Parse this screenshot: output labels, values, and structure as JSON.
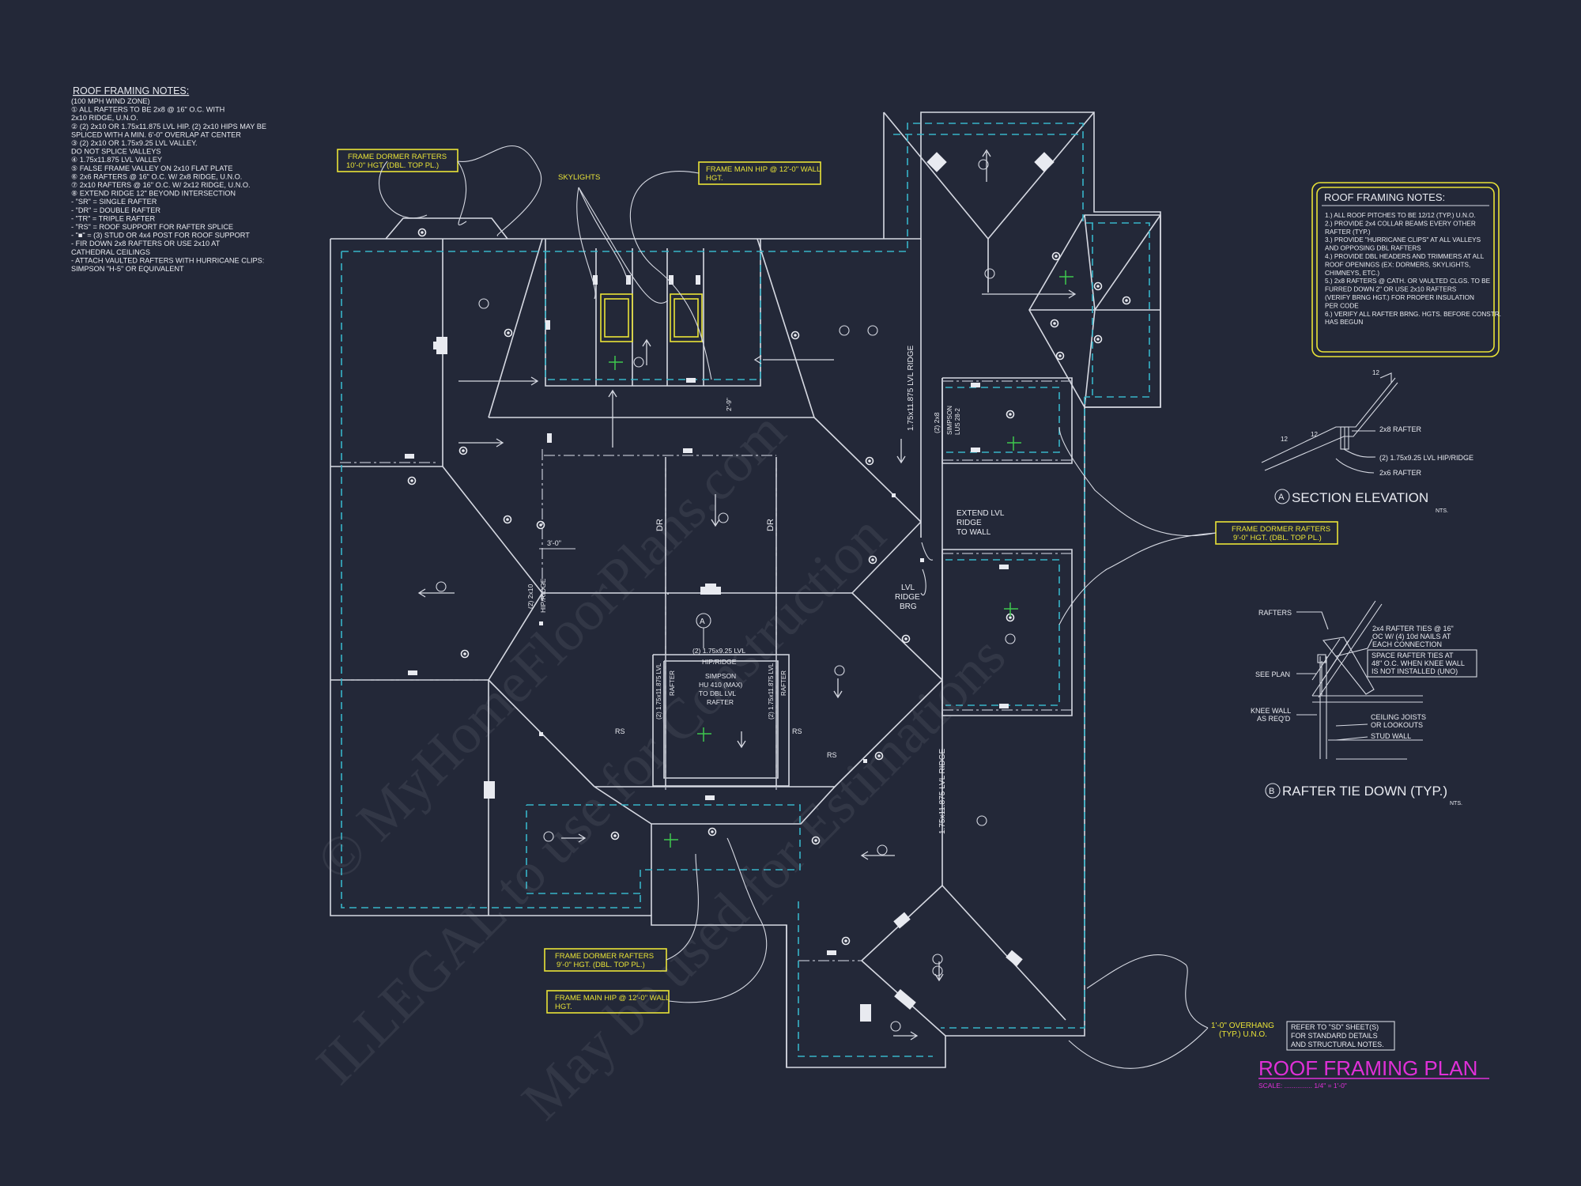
{
  "colors": {
    "background": "#232838",
    "linework": "#d6d9e2",
    "dashed_cyan": "#37b4c8",
    "callout_yellow": "#e9e337",
    "title_magenta": "#e030d8"
  },
  "notes_left": {
    "title": "ROOF FRAMING NOTES:",
    "lines": [
      "(100 MPH WIND ZONE)",
      "① ALL RAFTERS TO BE 2x8 @ 16\" O.C. WITH",
      "    2x10 RIDGE, U.N.O.",
      "② (2) 2x10 OR 1.75x11.875 LVL HIP. (2) 2x10 HIPS MAY BE",
      "    SPLICED WITH A MIN. 6'-0\" OVERLAP AT CENTER",
      "③ (2) 2x10 OR 1.75x9.25 LVL VALLEY.",
      "    DO NOT SPLICE VALLEYS",
      "④ 1.75x11.875 LVL VALLEY",
      "⑤ FALSE FRAME VALLEY ON 2x10 FLAT PLATE",
      "⑥ 2x6 RAFTERS @ 16\" O.C. W/ 2x8 RIDGE, U.N.O.",
      "⑦ 2x10 RAFTERS @ 16\" O.C. W/ 2x12 RIDGE, U.N.O.",
      "⑧ EXTEND RIDGE 12\" BEYOND INTERSECTION",
      "-  \"SR\" = SINGLE RAFTER",
      "-  \"DR\" = DOUBLE RAFTER",
      "-  \"TR\" = TRIPLE RAFTER",
      "-  \"RS\" = ROOF SUPPORT FOR RAFTER SPLICE",
      "-  \"■\" = (3) STUD OR 4x4 POST FOR ROOF SUPPORT",
      "-  FIR DOWN 2x8 RAFTERS OR USE 2x10 AT",
      "    CATHEDRAL CEILINGS",
      "-  ATTACH VAULTED RAFTERS WITH HURRICANE CLIPS:",
      "    SIMPSON \"H-5\" OR EQUIVALENT"
    ]
  },
  "notes_right": {
    "title": "ROOF FRAMING NOTES:",
    "lines": [
      "1.) ALL ROOF PITCHES TO BE 12/12 (TYP.) U.N.O.",
      "2.) PROVIDE 2x4 COLLAR BEAMS EVERY OTHER",
      "     RAFTER (TYP.)",
      "3.) PROVIDE \"HURRICANE CLIPS\" AT ALL VALLEYS",
      "     AND OPPOSING DBL RAFTERS",
      "4.) PROVIDE DBL HEADERS AND TRIMMERS AT ALL",
      "     ROOF OPENINGS (EX: DORMERS, SKYLIGHTS,",
      "     CHIMNEYS, ETC.)",
      "5.) 2x8 RAFTERS @ CATH. OR VAULTED CLGS. TO BE",
      "     FURRED DOWN 2\" OR USE 2x10 RAFTERS",
      "     (VERIFY BRNG HGT.) FOR PROPER INSULATION",
      "     PER CODE",
      "6.) VERIFY ALL RAFTER BRNG. HGTS. BEFORE CONSTR.",
      "     HAS BEGUN"
    ]
  },
  "callouts": {
    "dormer_top": [
      "FRAME DORMER RAFTERS",
      "10'-0\" HGT. (DBL. TOP PL.)"
    ],
    "skylights": "SKYLIGHTS",
    "main_hip_top": [
      "FRAME MAIN HIP @ 12'-0\" WALL",
      "HGT."
    ],
    "dormer_right": [
      "FRAME DORMER RAFTERS",
      "9'-0\" HGT. (DBL. TOP PL.)"
    ],
    "dormer_bottom": [
      "FRAME DORMER RAFTERS",
      "9'-0\" HGT. (DBL. TOP PL.)"
    ],
    "main_hip_bottom": [
      "FRAME MAIN HIP @ 12'-0\" WALL",
      "HGT."
    ],
    "extend_lvl": [
      "EXTEND LVL",
      "RIDGE",
      "TO WALL"
    ],
    "lvl_ridge_brg": [
      "LVL",
      "RIDGE",
      "BRG"
    ],
    "lvl_ridge_upper": "1.75x11.875 LVL RIDGE",
    "lvl_ridge_lower": "1.75x11.875 LVL RIDGE",
    "simpson_lus": [
      "SIMPSON",
      "LUS 28-2"
    ],
    "two_2x8": "(2) 2x8",
    "hip_ridge_left": [
      "(2) 2x10",
      "HIP/RIDGE"
    ],
    "dim_3ft": "3'-0\"",
    "dim_2ft": "2'-9\"",
    "center_beam": [
      "(2) 1.75x9.25 LVL",
      "HIP/RIDGE"
    ],
    "simpson_hu": [
      "SIMPSON",
      "HU 410 (MAX)",
      "TO DBL LVL",
      "RAFTER"
    ],
    "lvl_rafter_l": [
      "(2) 1.75x11.875 LVL",
      "RAFTER"
    ],
    "lvl_rafter_r": [
      "(2) 1.75x11.875 LVL",
      "RAFTER"
    ],
    "dr": "DR",
    "rs": "RS",
    "marker_a": "A",
    "overhang": [
      "1'-0\" OVERHANG",
      "(TYP.) U.N.O."
    ],
    "refer": [
      "REFER TO \"SD\" SHEET(S)",
      "FOR STANDARD DETAILS",
      "AND STRUCTURAL NOTES."
    ]
  },
  "detail_a": {
    "labels": [
      "2x8 RAFTER",
      "(2) 1.75x9.25 LVL HIP/RIDGE",
      "2x6 RAFTER"
    ],
    "pitch": "12",
    "title": "SECTION ELEVATION",
    "marker": "A",
    "scale": "NTS."
  },
  "detail_b": {
    "labels": [
      "RAFTERS",
      "SEE PLAN",
      "KNEE WALL",
      "AS REQ'D",
      "2x4 RAFTER TIES @ 16\"",
      "OC W/ (4) 10d NAILS AT",
      "EACH CONNECTION",
      "SPACE RAFTER TIES AT",
      "48\" O.C. WHEN KNEE WALL",
      "IS NOT INSTALLED (UNO)",
      "CEILING JOISTS",
      "OR LOOKOUTS",
      "STUD WALL"
    ],
    "title": "RAFTER TIE DOWN (TYP.)",
    "marker": "B",
    "scale": "NTS."
  },
  "plan_title": "ROOF FRAMING PLAN",
  "plan_scale": "SCALE: ............... 1/4\" = 1'-0\"",
  "watermark": [
    "© MyHomeFloorPlans.com",
    "ILLEGAL to use for Construction",
    "May be used for Estimations"
  ],
  "rafter_tag": "①",
  "pitch_tag": "12"
}
